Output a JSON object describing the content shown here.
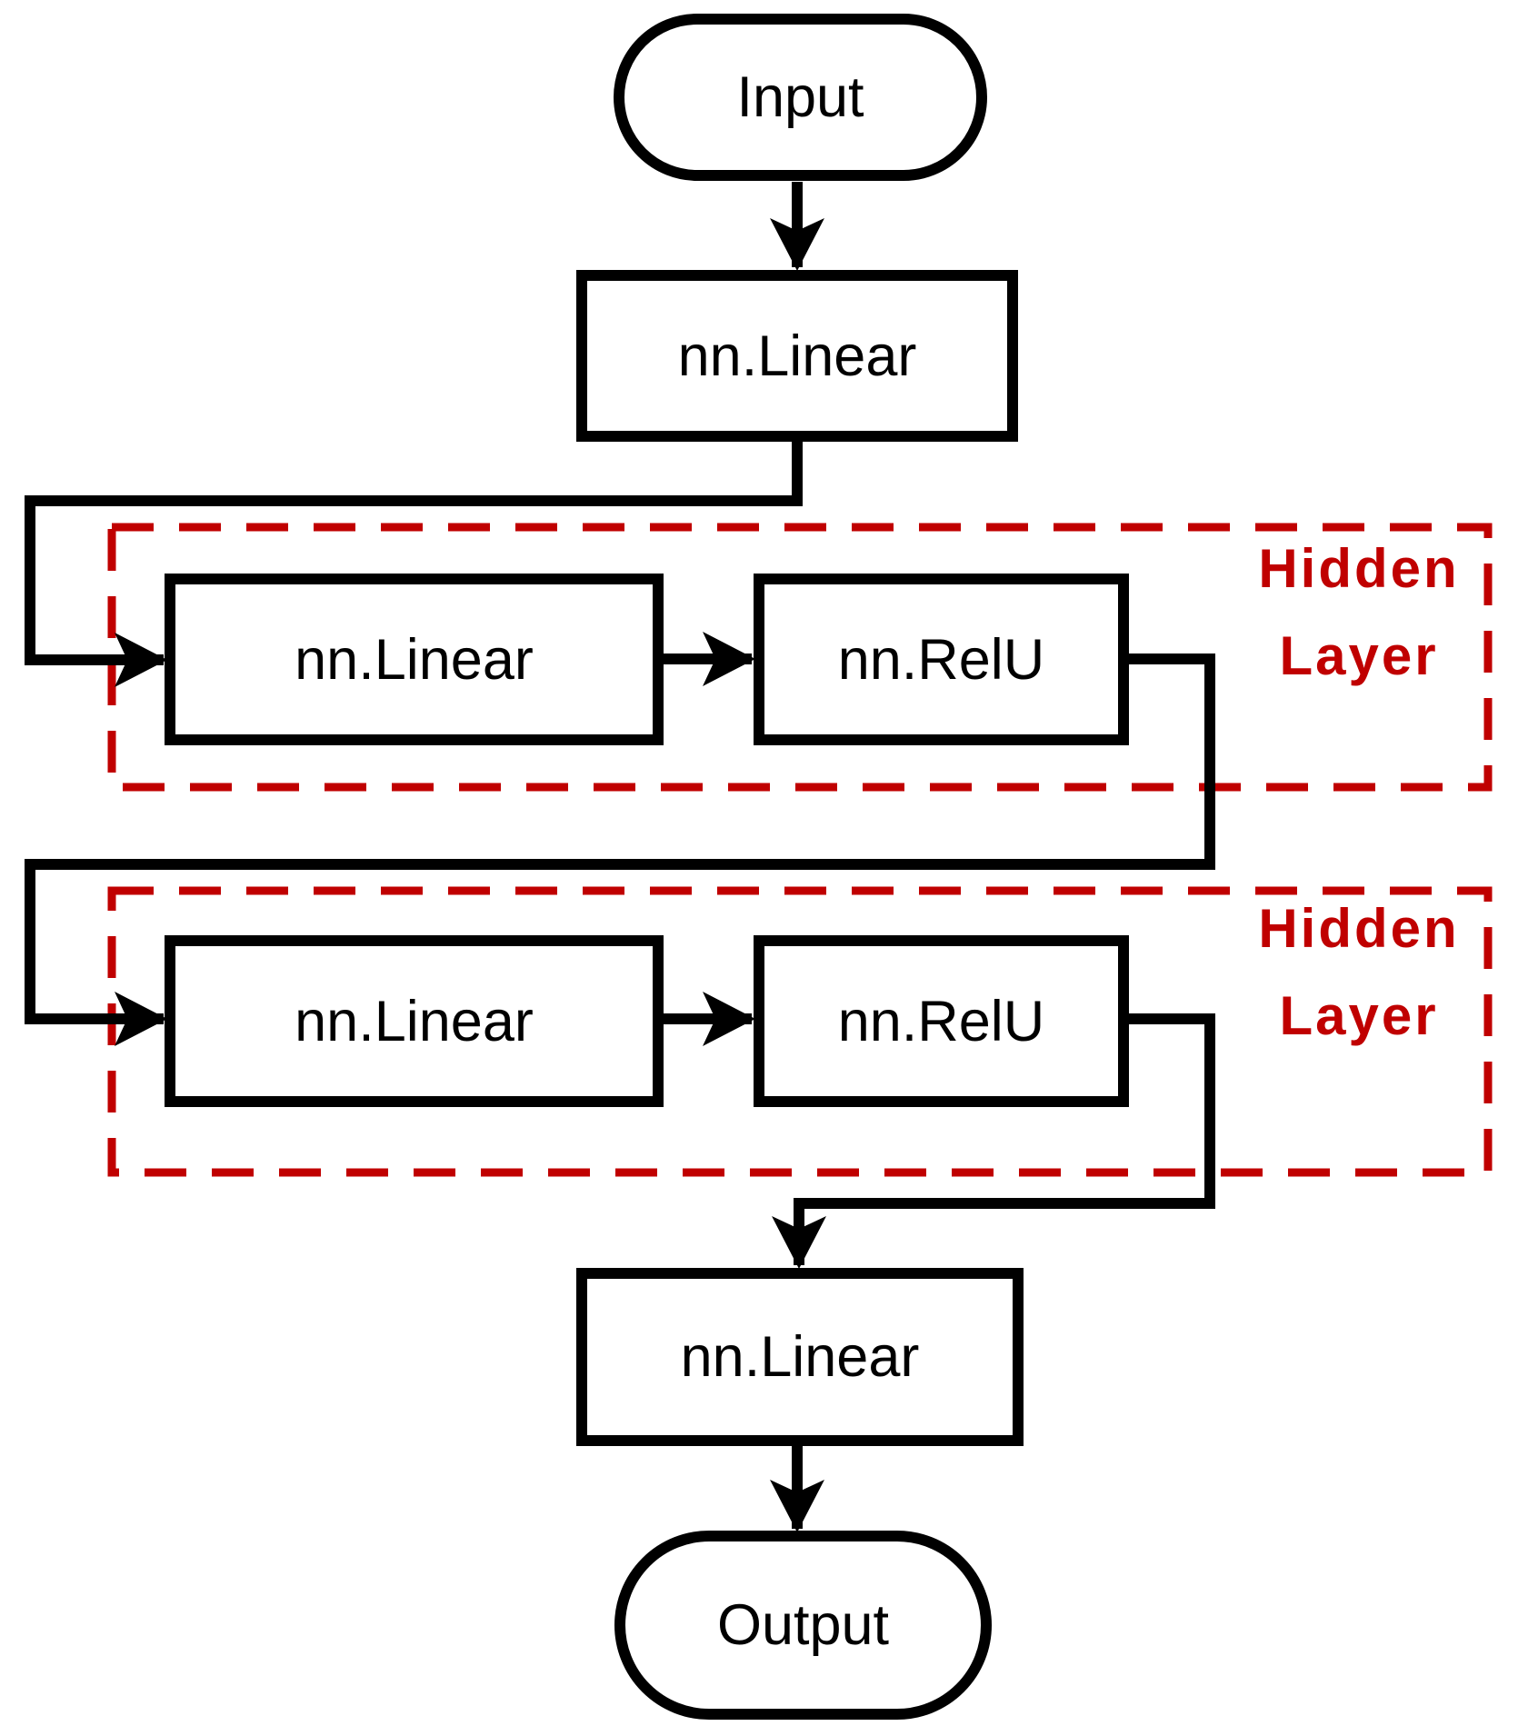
{
  "diagram": {
    "colors": {
      "background": "#ffffff",
      "flow_line": "#000000",
      "hidden_layer_accent": "#c00000"
    },
    "nodes": {
      "input": {
        "label": "Input",
        "shape": "terminal"
      },
      "linear_in": {
        "label": "nn.Linear",
        "shape": "process"
      },
      "hidden_layer_1": {
        "caption_line1": "Hidden",
        "caption_line2": "Layer",
        "linear_label": "nn.Linear",
        "relu_label": "nn.RelU"
      },
      "hidden_layer_2": {
        "caption_line1": "Hidden",
        "caption_line2": "Layer",
        "linear_label": "nn.Linear",
        "relu_label": "nn.RelU"
      },
      "linear_out": {
        "label": "nn.Linear",
        "shape": "process"
      },
      "output": {
        "label": "Output",
        "shape": "terminal"
      }
    }
  }
}
